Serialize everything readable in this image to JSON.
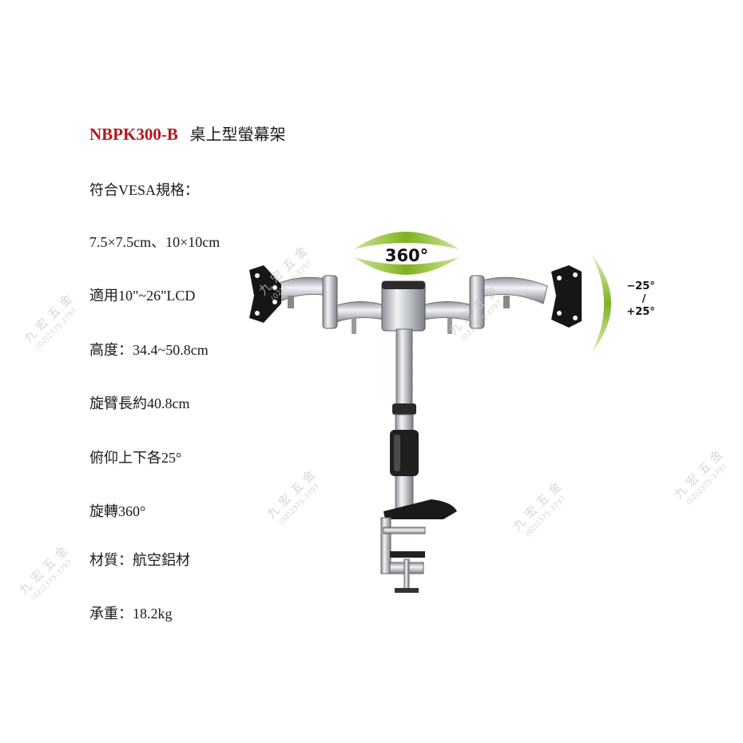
{
  "title": {
    "model": "NBPK300-B",
    "name": "桌上型螢幕架"
  },
  "specs": [
    "符合VESA規格：",
    "7.5×7.5cm、10×10cm",
    "適用10\"~26\"LCD",
    "高度：34.4~50.8cm",
    "旋臂長約40.8cm",
    "俯仰上下各25°",
    "旋轉360°",
    "材質：航空鋁材",
    "承重：18.2kg"
  ],
  "illustration": {
    "rotation_label": "360°",
    "tilt_up_label": "−25°",
    "tilt_sep": "/",
    "tilt_down_label": "+25°"
  },
  "watermark": {
    "shop": "九宏五金",
    "phone": "(02)2375-3797"
  },
  "colors": {
    "model": "#b3181c",
    "accent_green": "#8fbf2a",
    "metal": "#c9ccd1"
  }
}
